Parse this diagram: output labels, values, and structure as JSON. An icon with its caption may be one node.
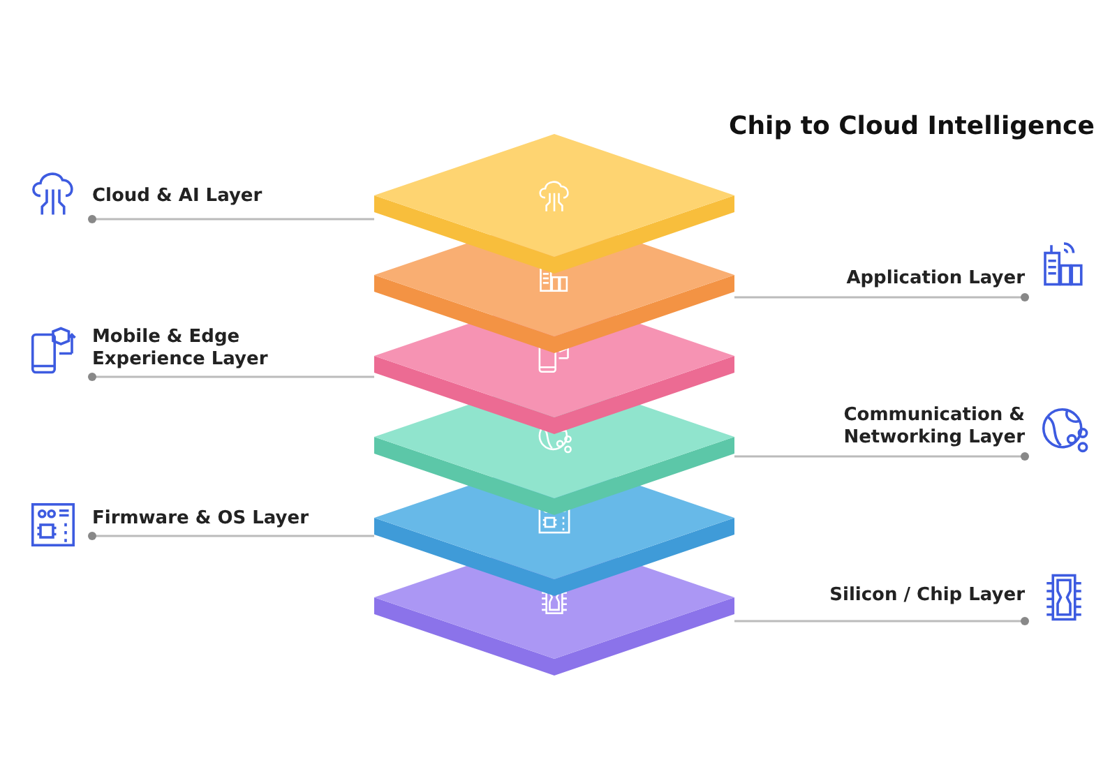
{
  "diagram": {
    "title": "Chip to Cloud Intelligence",
    "nodes": [
      {
        "text": [],
        "shape": "diamond"
      },
      {
        "text": [],
        "shape": "diamond"
      },
      {
        "text": [],
        "shape": "diamond"
      },
      {
        "text": [],
        "shape": "diamond"
      },
      {
        "text": [],
        "shape": "diamond"
      },
      {
        "text": [],
        "shape": "diamond"
      },
      {
        "text": [
          "Cloud & AI Layer"
        ]
      },
      {
        "text": [
          "Application Layer"
        ]
      },
      {
        "text": [
          "Mobile & Edge Experience Layer"
        ]
      },
      {
        "text": [
          "Communication & Networking Layer"
        ]
      },
      {
        "text": [
          "Firmware & OS Layer"
        ]
      },
      {
        "text": [
          "Silicon / Chip Layer"
        ]
      }
    ],
    "edges": [
      {
        "from": 6,
        "to": 0,
        "arrow": "other"
      },
      {
        "from": 7,
        "to": 1,
        "arrow": "other"
      },
      {
        "from": 8,
        "to": 2,
        "arrow": "other"
      },
      {
        "from": 9,
        "to": 3,
        "arrow": "other"
      },
      {
        "from": 10,
        "to": 4,
        "arrow": "other"
      },
      {
        "from": 11,
        "to": 5,
        "arrow": "other"
      }
    ]
  }
}
